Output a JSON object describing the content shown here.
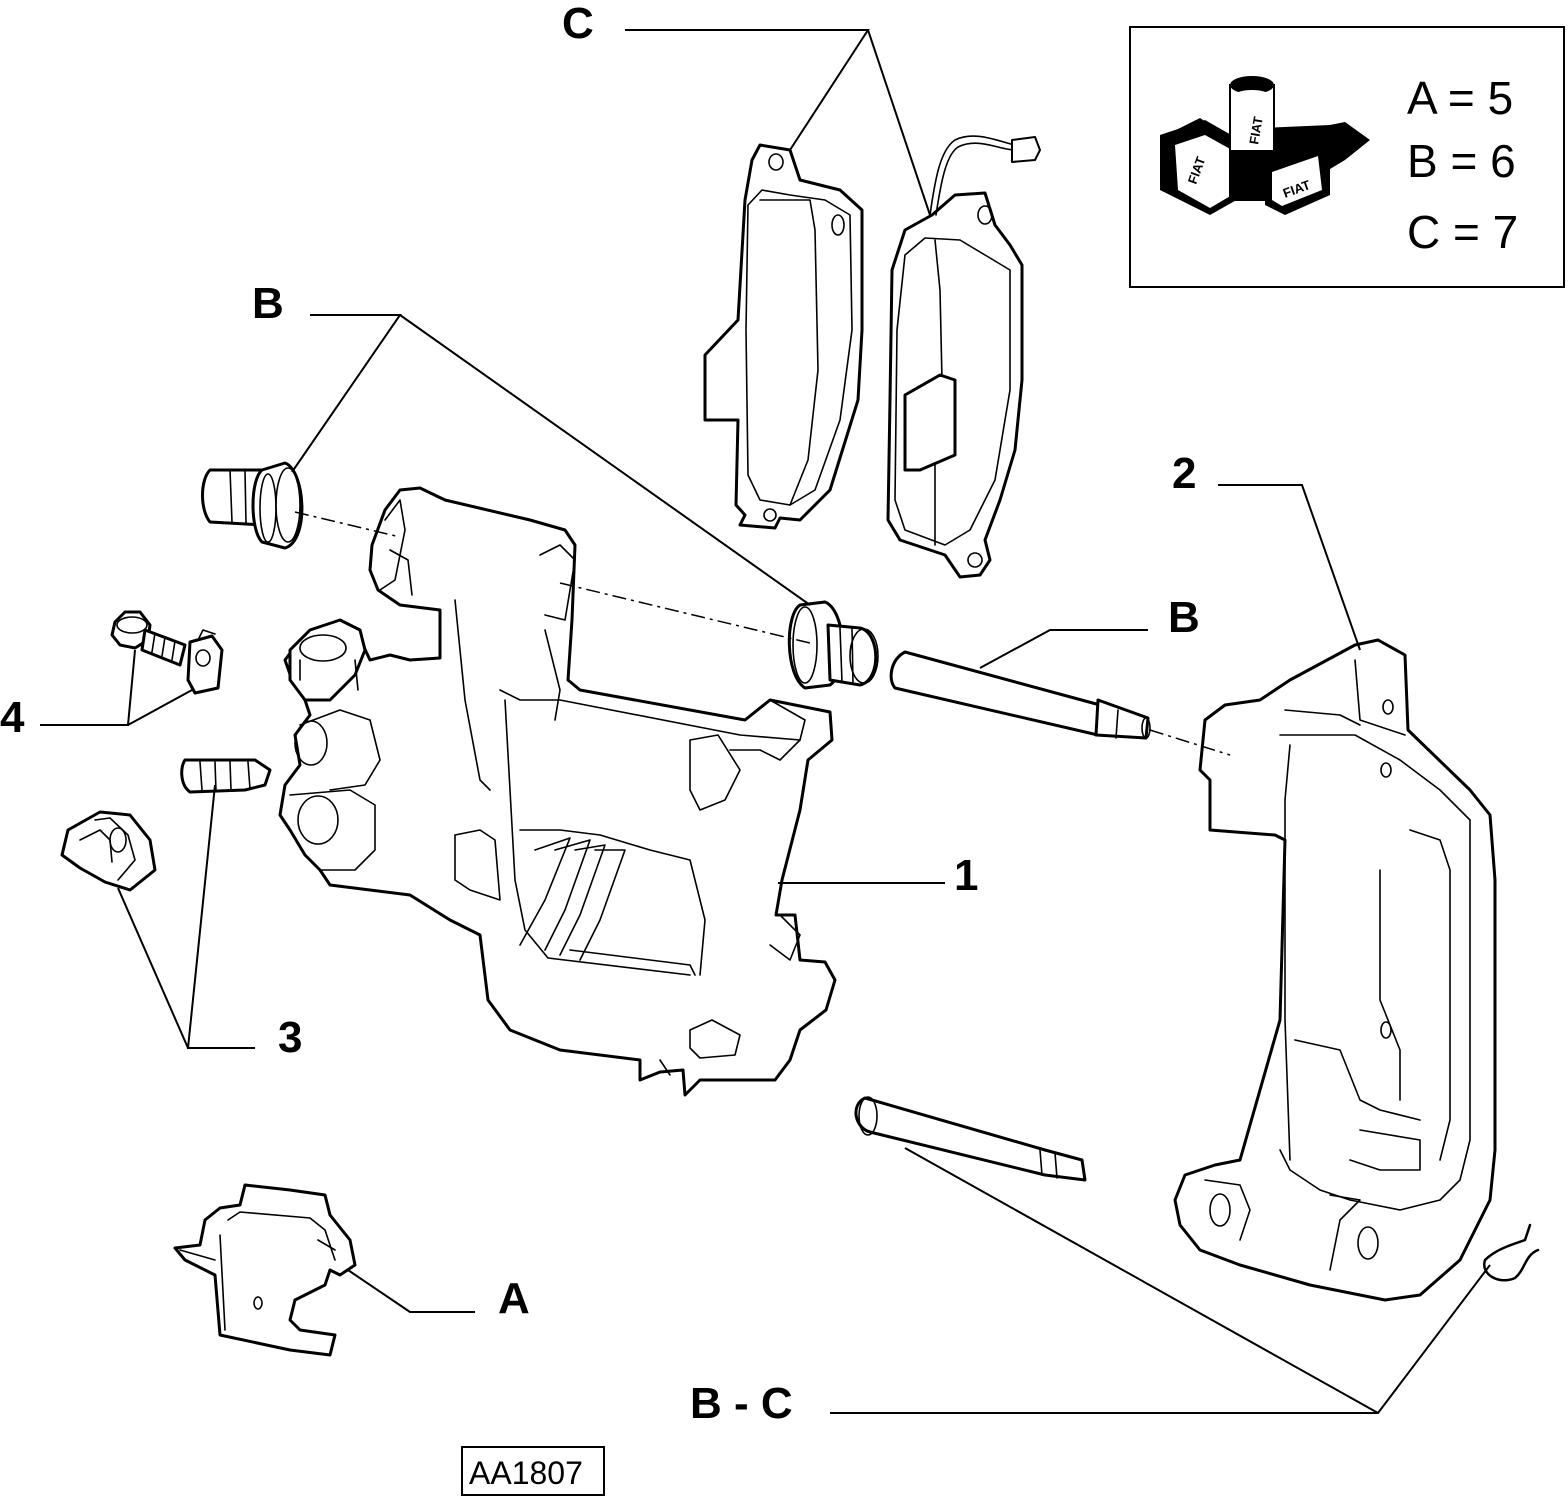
{
  "callouts": {
    "c_top": "C",
    "b_upper": "B",
    "b_pin": "B",
    "label_1": "1",
    "label_2": "2",
    "label_3": "3",
    "label_4": "4",
    "label_a": "A",
    "label_bc": "B - C"
  },
  "legend": {
    "logo_icon": "fiat-grease-tube-icon",
    "logo_text": "FIAT",
    "items": [
      {
        "text": "A = 5"
      },
      {
        "text": "B = 6"
      },
      {
        "text": "C = 7"
      }
    ]
  },
  "drawing_code": "AA1807"
}
